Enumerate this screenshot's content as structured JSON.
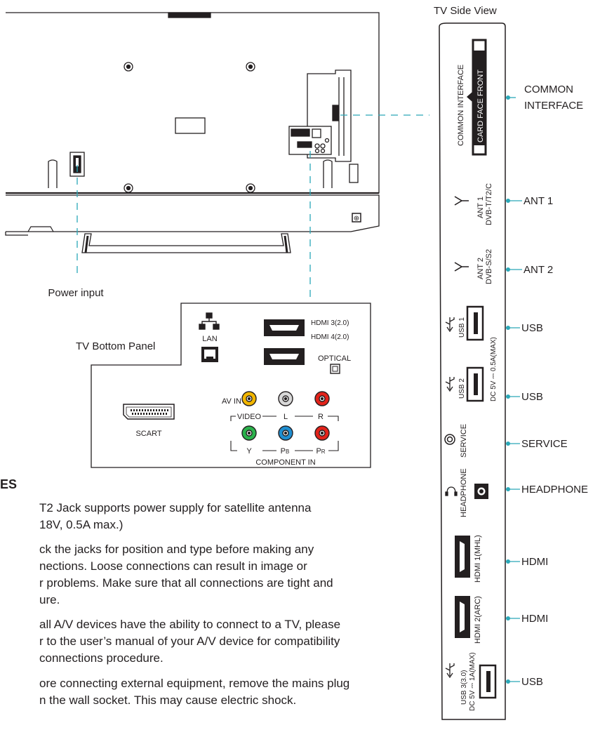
{
  "side_view": {
    "title": "TV Side View",
    "ci_slot_label_1": "COMMON INTERFACE",
    "ci_slot_label_2": "CARD FACE FRONT",
    "ant1_label_1": "ANT 1",
    "ant1_label_2": "DVB-T/T2/C",
    "ant2_label_1": "ANT 2",
    "ant2_label_2": "DVB-S/S2",
    "usb1_label": "USB 1",
    "usb2_label": "USB 2",
    "usb_power_label": "DC 5V ⎓ 0.5A(MAX)",
    "service_label": "SERVICE",
    "headphone_label": "HEADPHONE",
    "hdmi1_label": "HDMI 1(MHL)",
    "hdmi2_label": "HDMI 2(ARC)",
    "usb3_label": "USB 3(3.0)",
    "usb3_power_label": "DC 5V ⎓ 1A(MAX)",
    "callouts": {
      "common_interface_1": "COMMON",
      "common_interface_2": "INTERFACE",
      "ant1": "ANT 1",
      "ant2": "ANT 2",
      "usb_a": "USB",
      "usb_b": "USB",
      "service": "SERVICE",
      "headphone": "HEADPHONE",
      "hdmi_a": "HDMI",
      "hdmi_b": "HDMI",
      "usb_c": "USB"
    }
  },
  "bottom_panel": {
    "title": "TV Bottom Panel",
    "lan": "LAN",
    "hdmi3": "HDMI 3(2.0)",
    "hdmi4": "HDMI 4(2.0)",
    "optical": "OPTICAL",
    "av_in": "AV IN",
    "video": "VIDEO",
    "l": "L",
    "r": "R",
    "y": "Y",
    "pb_main": "P",
    "pb_sub": "B",
    "pr_main": "P",
    "pr_sub": "R",
    "component_in": "COMPONENT IN",
    "scart": "SCART"
  },
  "power_input": "Power input",
  "notes": {
    "heading": "ES",
    "lines": [
      "T2 Jack supports power supply for satellite antenna",
      "18V, 0.5A max.)",
      "ck the jacks for position and type before making any",
      "nections. Loose connections can result in image or",
      "r problems. Make sure that all connections are tight and",
      "ure.",
      "all A/V devices have the ability to connect to a TV, please",
      "r to the user’s manual of your A/V device for compatibility",
      "connections procedure.",
      "ore connecting external equipment, remove the mains plug",
      "n the wall socket. This may cause electric shock."
    ]
  },
  "colors": {
    "line": "#231f20",
    "dash": "#2aa8b8",
    "video_jack": "#f2b600",
    "l_jack": "#d8d8d8",
    "r_jack": "#e2231a",
    "y_jack": "#2bb24c",
    "pb_jack": "#1f8ed0",
    "pr_jack": "#e2231a"
  }
}
